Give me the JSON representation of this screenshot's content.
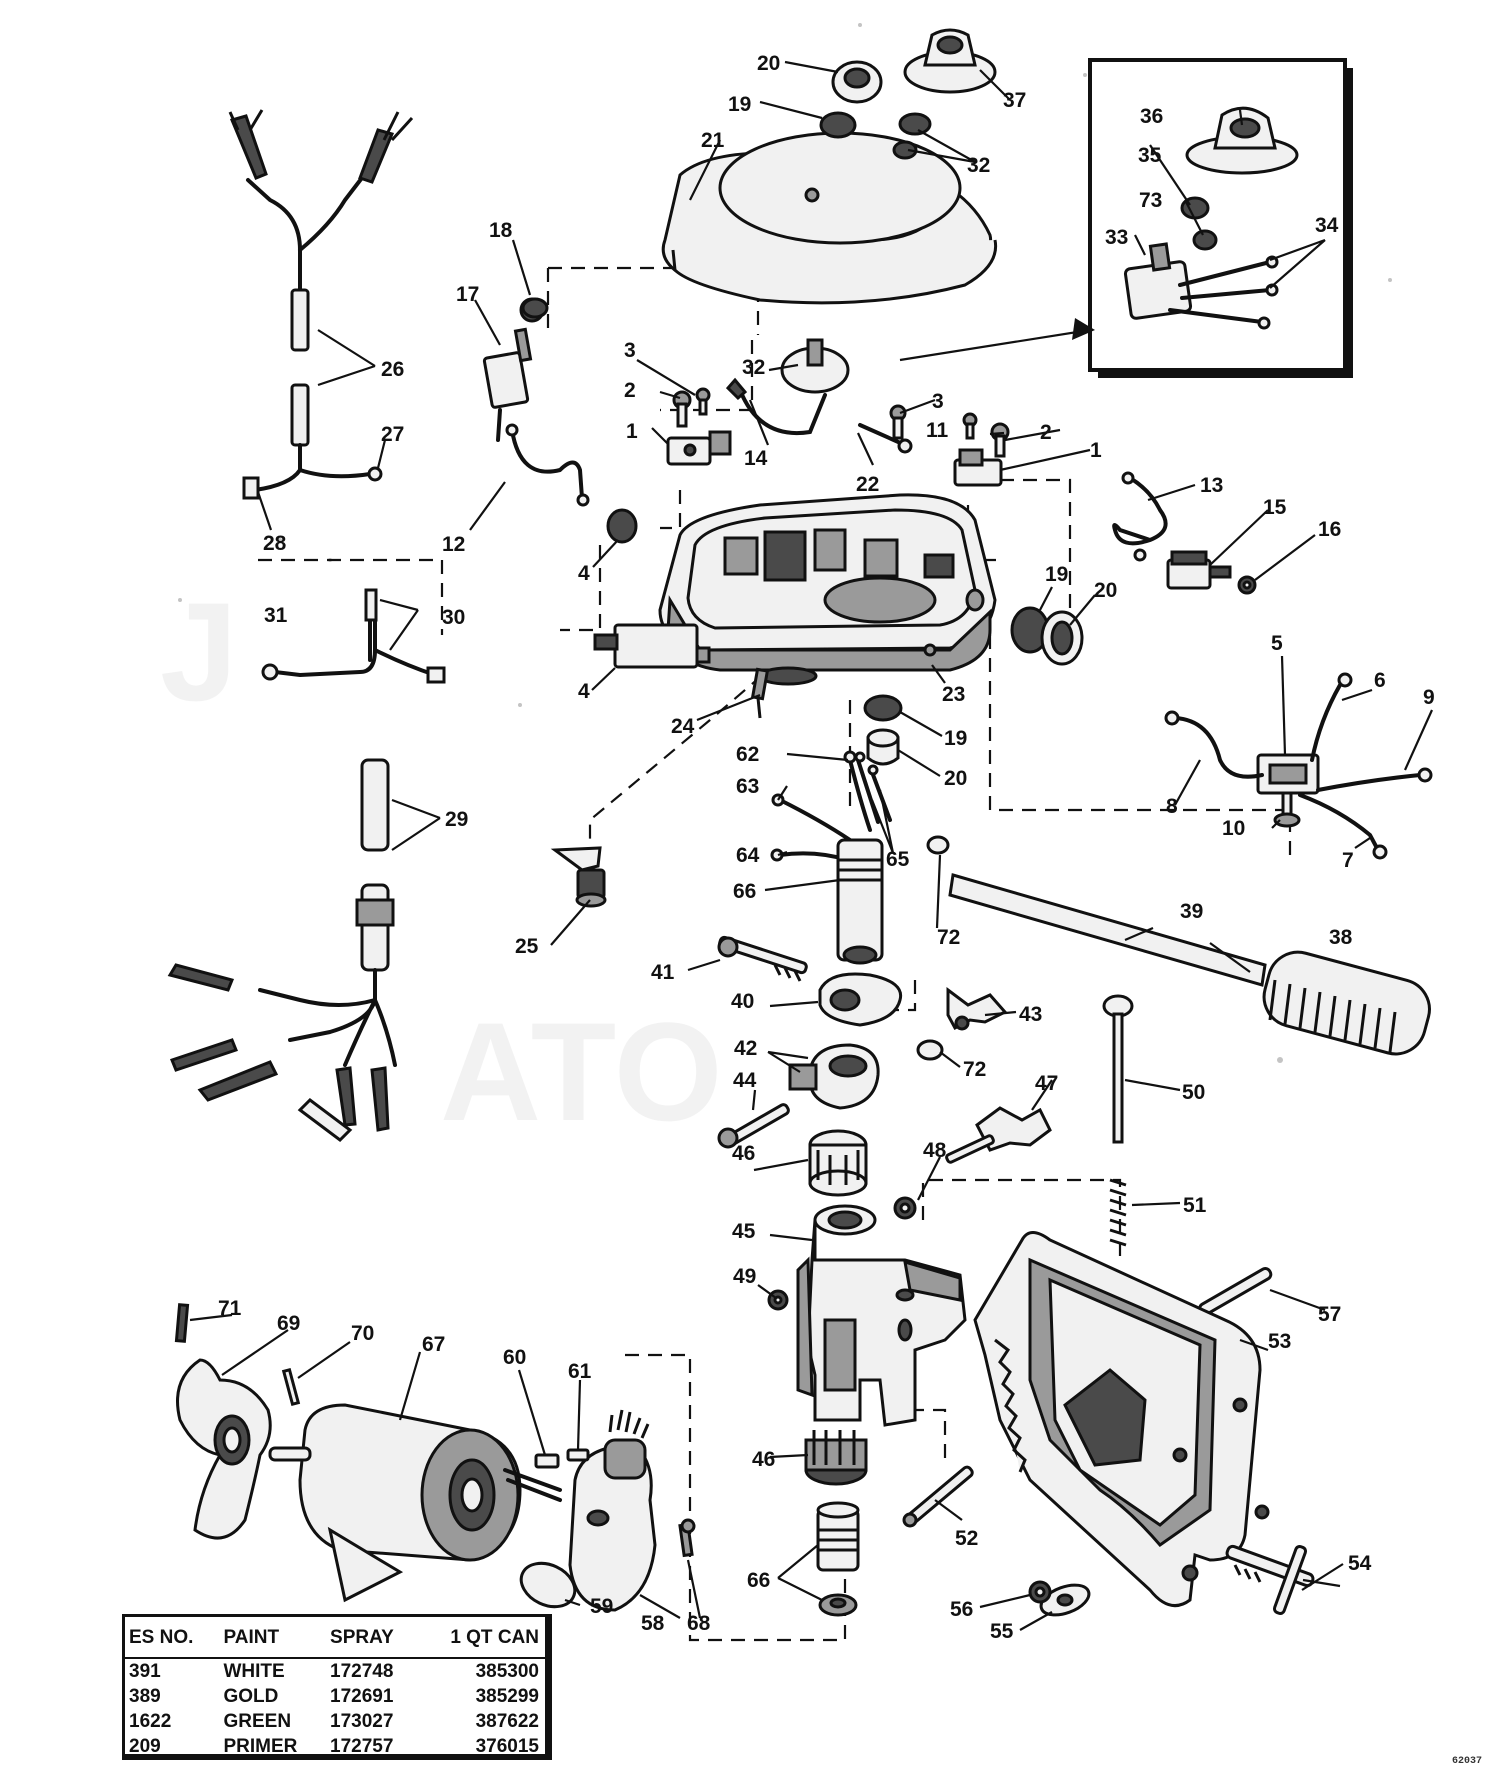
{
  "diagram": {
    "callouts": {
      "n1a": "1",
      "n1b": "1",
      "n2a": "2",
      "n2b": "2",
      "n3a": "3",
      "n3b": "3",
      "n4a": "4",
      "n4b": "4",
      "n5": "5",
      "n6": "6",
      "n7": "7",
      "n8": "8",
      "n9": "9",
      "n10": "10",
      "n11": "11",
      "n12": "12",
      "n13": "13",
      "n14": "14",
      "n15": "15",
      "n16": "16",
      "n17": "17",
      "n18": "18",
      "n19a": "19",
      "n19b": "19",
      "n19c": "19",
      "n20a": "20",
      "n20b": "20",
      "n20c": "20",
      "n21": "21",
      "n22": "22",
      "n23": "23",
      "n24": "24",
      "n25": "25",
      "n26": "26",
      "n27": "27",
      "n28": "28",
      "n29": "29",
      "n30": "30",
      "n31": "31",
      "n32a": "32",
      "n32b": "32",
      "n33": "33",
      "n34": "34",
      "n35": "35",
      "n36": "36",
      "n37": "37",
      "n38": "38",
      "n39": "39",
      "n40": "40",
      "n41": "41",
      "n42": "42",
      "n43": "43",
      "n44": "44",
      "n45": "45",
      "n46a": "46",
      "n46b": "46",
      "n47": "47",
      "n48": "48",
      "n49": "49",
      "n50": "50",
      "n51": "51",
      "n52": "52",
      "n53": "53",
      "n54": "54",
      "n55": "55",
      "n56": "56",
      "n57": "57",
      "n58": "58",
      "n59": "59",
      "n60": "60",
      "n61": "61",
      "n62": "62",
      "n63": "63",
      "n64": "64",
      "n65": "65",
      "n66a": "66",
      "n66b": "66",
      "n67": "67",
      "n68": "68",
      "n69": "69",
      "n70": "70",
      "n71": "71",
      "n72a": "72",
      "n72b": "72",
      "n73": "73"
    }
  },
  "paint_table": {
    "headers": [
      "ES NO.",
      "PAINT",
      "SPRAY",
      "1 QT CAN"
    ],
    "rows": [
      [
        "391",
        "WHITE",
        "172748",
        "385300"
      ],
      [
        "389",
        "GOLD",
        "172691",
        "385299"
      ],
      [
        "1622",
        "GREEN",
        "173027",
        "387622"
      ],
      [
        "209",
        "PRIMER",
        "172757",
        "376015"
      ]
    ]
  },
  "figure_number": "62037"
}
